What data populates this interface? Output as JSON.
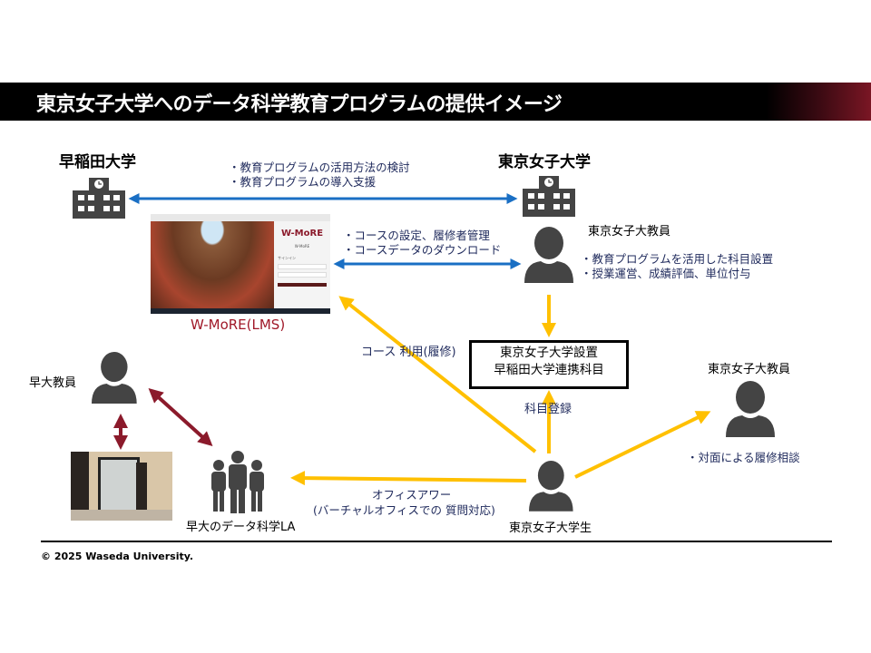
{
  "title": "東京女子大学へのデータ科学教育プログラムの提供イメージ",
  "waseda": {
    "name": "早稲田大学"
  },
  "twcu": {
    "name": "東京女子大学"
  },
  "support_notes": [
    "・教育プログラムの活用方法の検討",
    "・教育プログラムの導入支援"
  ],
  "lms": {
    "caption": "W-MoRE(LMS)",
    "logo": "W-MoRE",
    "subtitle": "W-MoRE",
    "signin": "サインイン"
  },
  "lms_notes": [
    "・コースの設定、履修者管理",
    "・コースデータのダウンロード"
  ],
  "twcu_faculty": {
    "label": "東京女子大教員",
    "notes": [
      "・教育プログラムを活用した科目設置",
      "・授業運営、成績評価、単位付与"
    ]
  },
  "course_box": [
    "東京女子大学設置",
    "早稲田大学連携科目"
  ],
  "registration_label": "科目登録",
  "course_use_label": "コース 利用(履修)",
  "twcu_faculty_right": {
    "label": "東京女子大教員",
    "note": "・対面による履修相談"
  },
  "office_hour": [
    "オフィスアワー",
    "(バーチャルオフィスでの 質問対応)"
  ],
  "student_label": "東京女子大学生",
  "waseda_faculty_label": "早大教員",
  "la_label": "早大のデータ科学LA",
  "copyright": "© 2025 Waseda University.",
  "colors": {
    "blue_arrow": "#1a6fc4",
    "yellow_arrow": "#ffc000",
    "red_arrow": "#8b1a2b",
    "icon": "#444444",
    "navy_text": "#1f2a5c"
  }
}
